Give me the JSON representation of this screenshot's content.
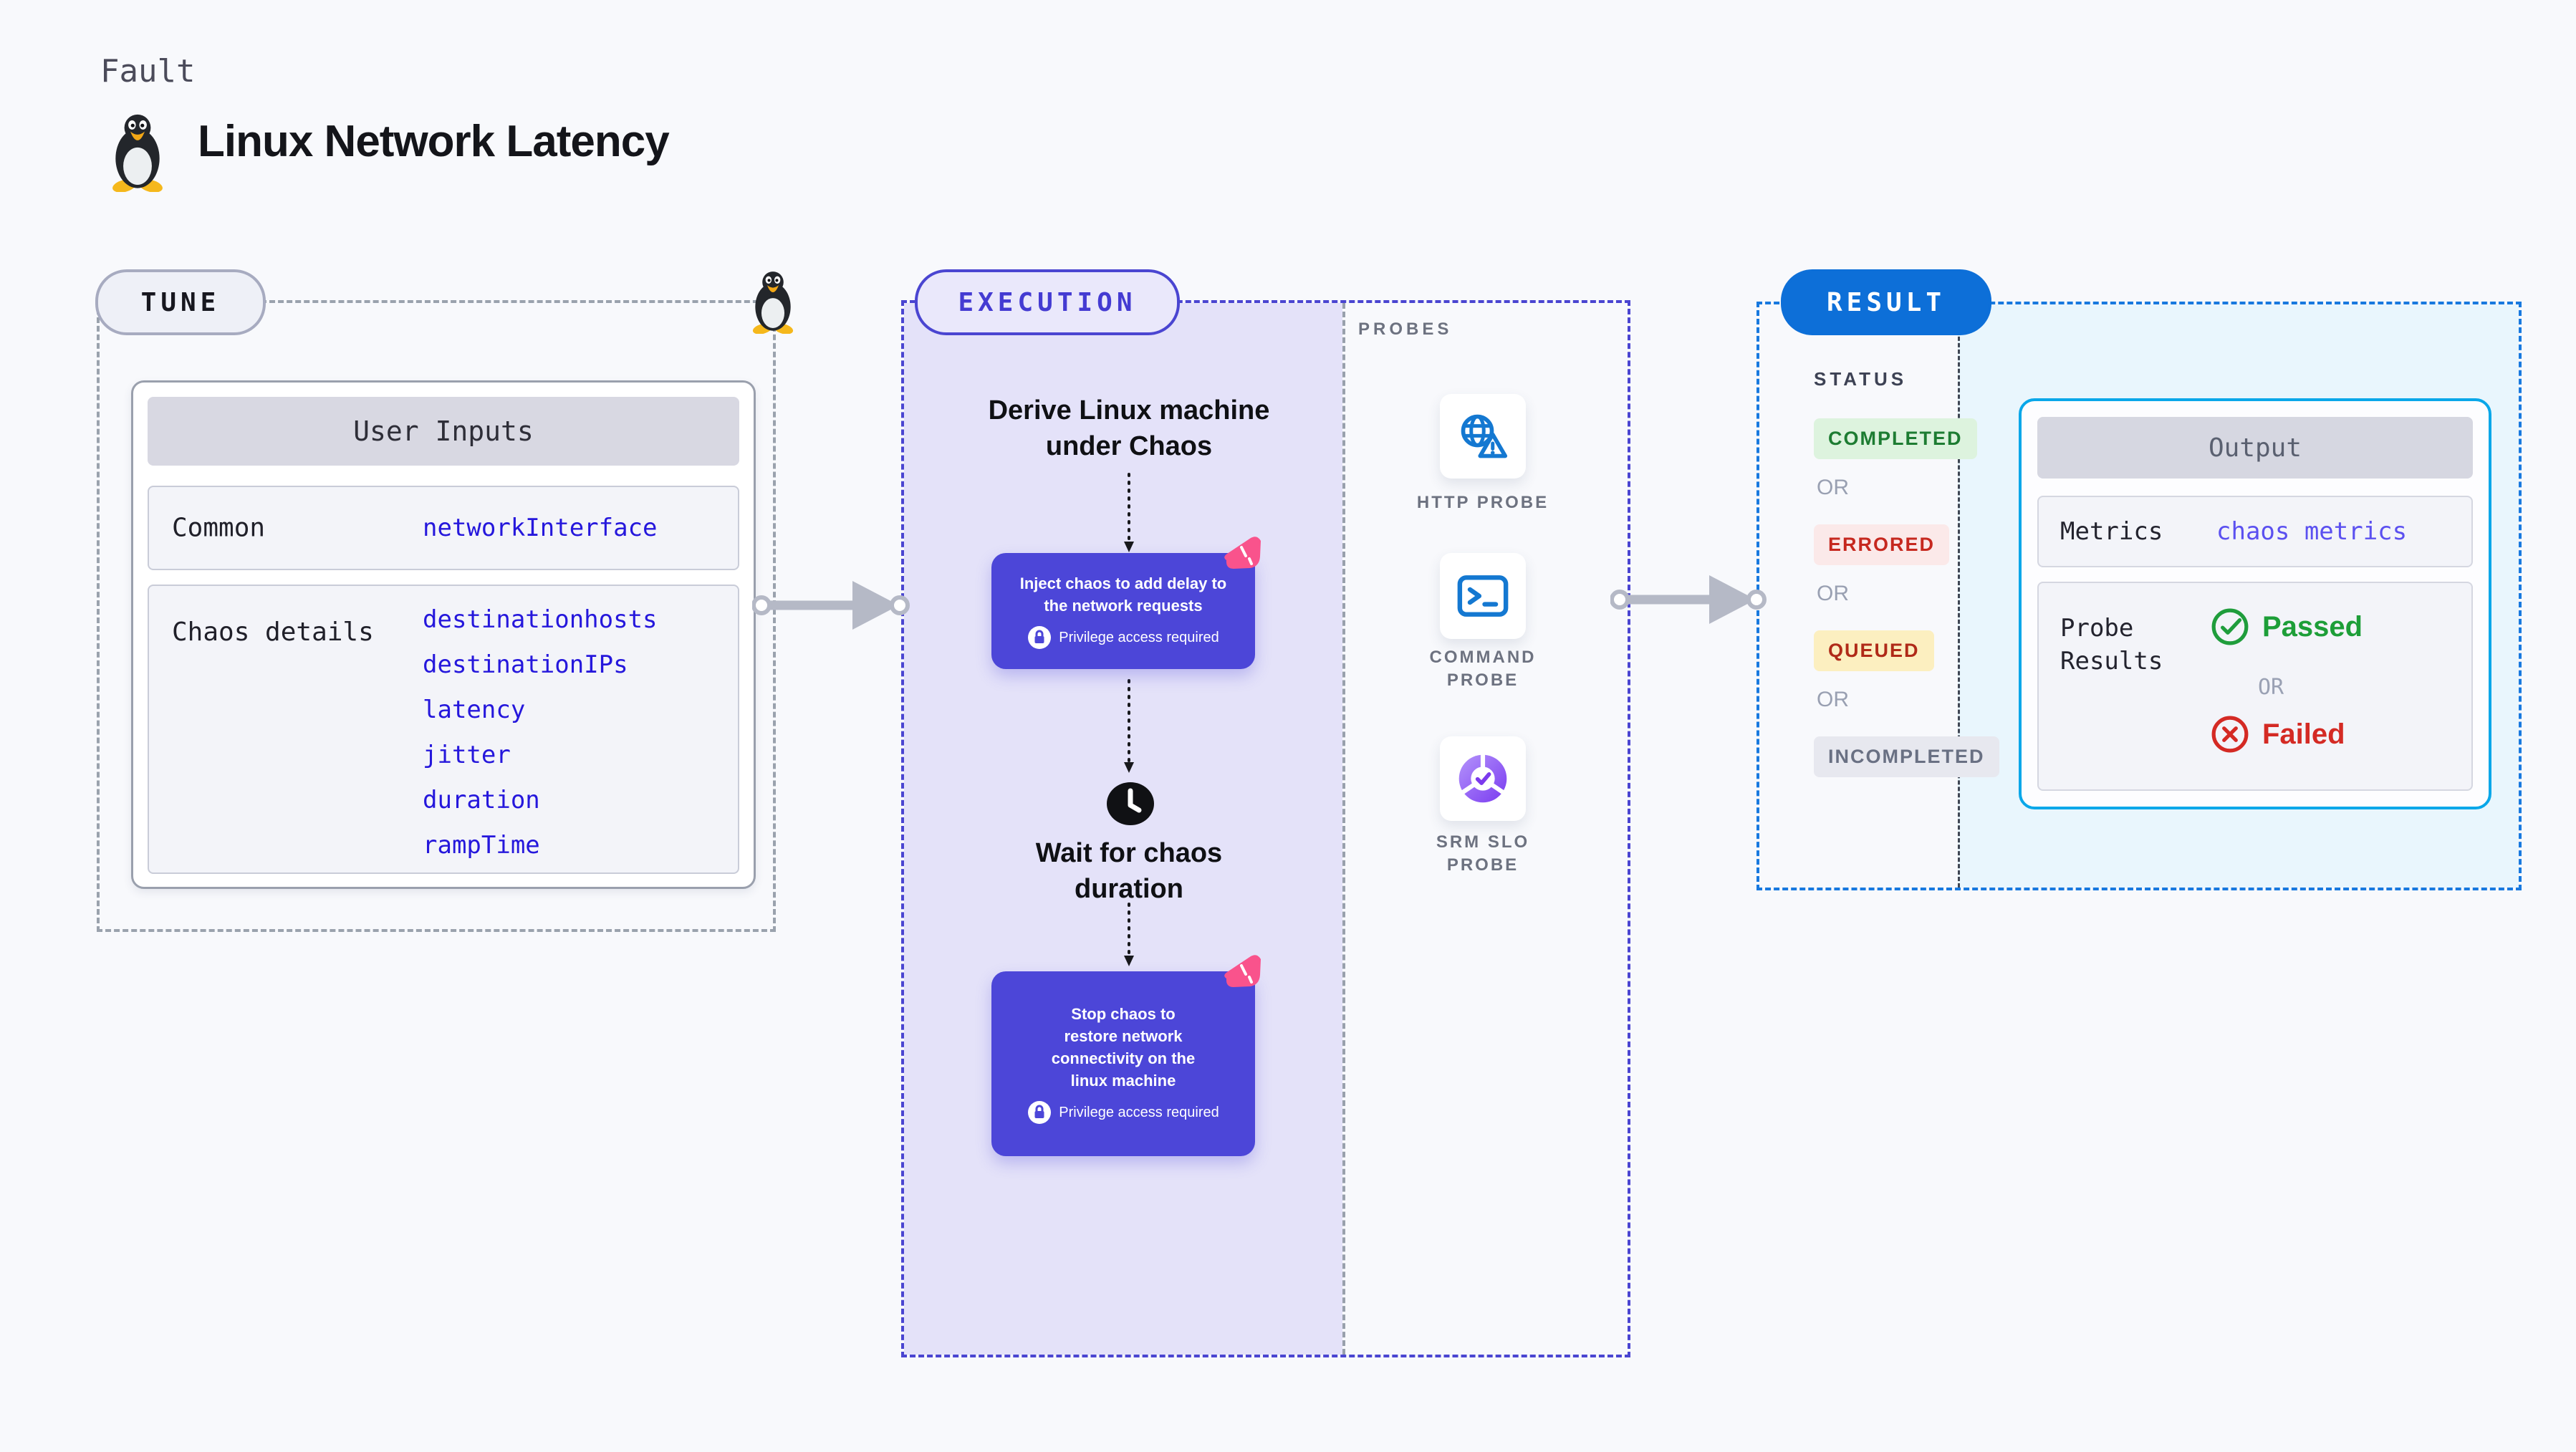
{
  "page": {
    "kicker": "Fault",
    "title": "Linux Network Latency"
  },
  "tune": {
    "badge": "TUNE",
    "card": {
      "title": "User Inputs",
      "value_color": "#2517dc",
      "rows": [
        {
          "label": "Common",
          "values": [
            "networkInterface"
          ]
        },
        {
          "label": "Chaos details",
          "values": [
            "destinationhosts",
            "destinationIPs",
            "latency",
            "jitter",
            "duration",
            "rampTime"
          ]
        }
      ]
    }
  },
  "execution": {
    "badge": "EXECUTION",
    "box_color": "#4c46d8",
    "derive_label": "Derive Linux machine\nunder Chaos",
    "inject": {
      "label": "Inject chaos to add delay to\nthe network requests",
      "note": "Privilege access required"
    },
    "wait_label": "Wait for chaos\nduration",
    "stop": {
      "label": "Stop chaos to\nrestore network\nconnectivity on the\nlinux machine",
      "note": "Privilege access required"
    }
  },
  "probes": {
    "label": "PROBES",
    "items": [
      {
        "name": "HTTP PROBE",
        "icon": "globe-alert-icon"
      },
      {
        "name": "COMMAND PROBE",
        "icon": "terminal-icon"
      },
      {
        "name": "SRM SLO PROBE",
        "icon": "slo-pie-icon"
      }
    ]
  },
  "result": {
    "badge": "RESULT",
    "status_label": "STATUS",
    "or_label": "OR",
    "statuses": [
      {
        "label": "COMPLETED",
        "bg": "#ddf3de",
        "fg": "#1d7c32"
      },
      {
        "label": "ERRORED",
        "bg": "#fbe9e9",
        "fg": "#c6281f"
      },
      {
        "label": "QUEUED",
        "bg": "#fcefc0",
        "fg": "#b02a18"
      },
      {
        "label": "INCOMPLETED",
        "bg": "#e7e8ef",
        "fg": "#697083"
      }
    ],
    "output": {
      "title": "Output",
      "metrics_label": "Metrics",
      "metrics_value": "chaos metrics",
      "metrics_value_color": "#5b50f0",
      "probe_label": "Probe\nResults",
      "or_label": "OR",
      "passed_label": "Passed",
      "passed_color": "#1d9e38",
      "failed_label": "Failed",
      "failed_color": "#d42a24"
    }
  }
}
